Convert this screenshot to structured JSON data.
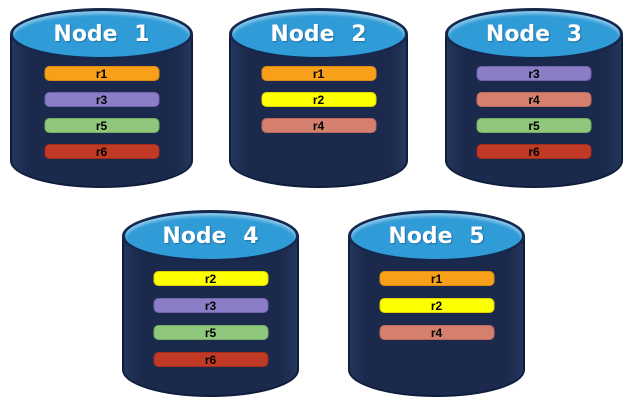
{
  "diagram": {
    "background": "#ffffff",
    "node_count": 5,
    "colors": {
      "cylinder_body": "#1b2a4c",
      "cylinder_outline": "#0e1d3b",
      "cylinder_top": "#2f9bd7",
      "node_label_text": "#ffffff",
      "replica_label_text": "#000000"
    }
  },
  "replica_colors": {
    "r1": {
      "bg": "#f9a01b",
      "border": "#e08e12"
    },
    "r2": {
      "bg": "#feff00",
      "border": "#e0d400"
    },
    "r3": {
      "bg": "#8b7ec6",
      "border": "#7263b0"
    },
    "r4": {
      "bg": "#d5806f",
      "border": "#bb6a5b"
    },
    "r5": {
      "bg": "#8fc87d",
      "border": "#74ae64"
    },
    "r6": {
      "bg": "#c03a25",
      "border": "#a32c1a"
    }
  },
  "nodes": [
    {
      "label": "Node 1",
      "replicas": [
        "r1",
        "r3",
        "r5",
        "r6"
      ]
    },
    {
      "label": "Node 2",
      "replicas": [
        "r1",
        "r2",
        "r4"
      ]
    },
    {
      "label": "Node 3",
      "replicas": [
        "r3",
        "r4",
        "r5",
        "r6"
      ]
    },
    {
      "label": "Node 4",
      "replicas": [
        "r2",
        "r3",
        "r5",
        "r6"
      ]
    },
    {
      "label": "Node 5",
      "replicas": [
        "r1",
        "r2",
        "r4"
      ]
    }
  ]
}
